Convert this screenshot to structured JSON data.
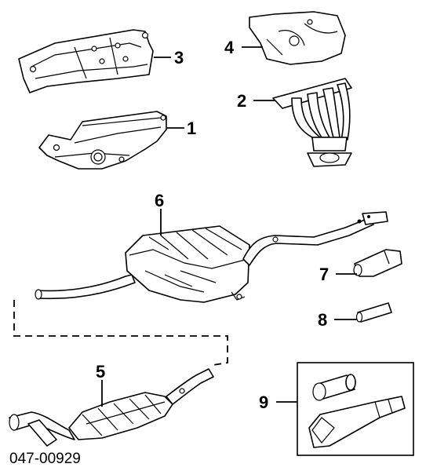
{
  "callouts": {
    "c1": "1",
    "c2": "2",
    "c3": "3",
    "c4": "4",
    "c5": "5",
    "c6": "6",
    "c7": "7",
    "c8": "8",
    "c9": "9"
  },
  "drawing_code": "047-00929"
}
